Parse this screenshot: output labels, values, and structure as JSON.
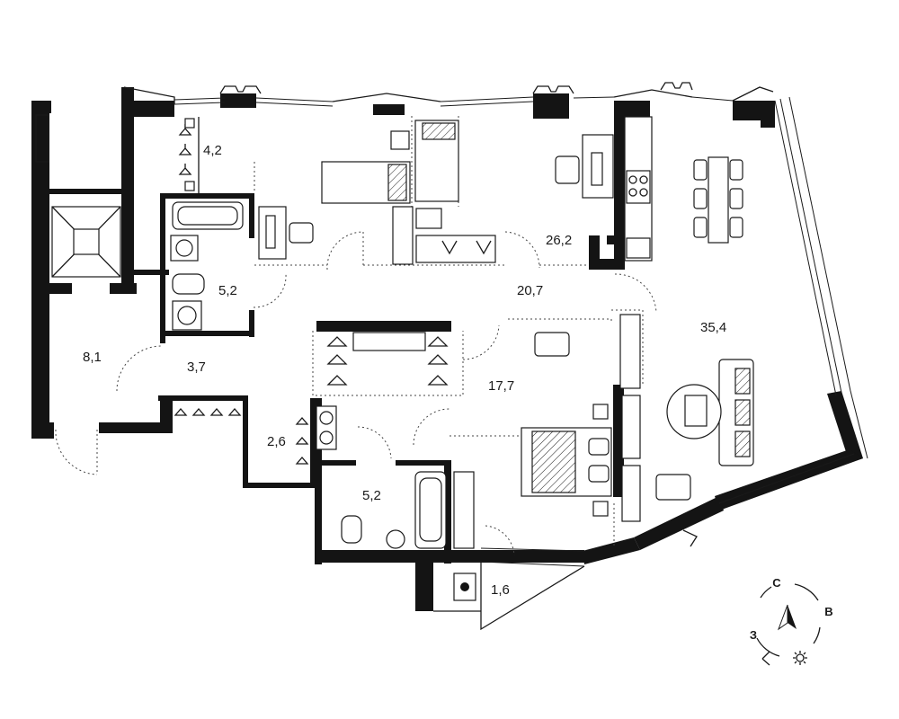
{
  "rooms": [
    {
      "id": "wardrobe-top",
      "area": "4,2"
    },
    {
      "id": "bathroom-top",
      "area": "5,2"
    },
    {
      "id": "hall-left",
      "area": "8,1"
    },
    {
      "id": "corridor",
      "area": "3,7"
    },
    {
      "id": "hall-center",
      "area": "20,7"
    },
    {
      "id": "study",
      "area": "26,2"
    },
    {
      "id": "living",
      "area": "35,4"
    },
    {
      "id": "bedroom",
      "area": "17,7"
    },
    {
      "id": "closet",
      "area": "2,6"
    },
    {
      "id": "bathroom-bottom",
      "area": "5,2"
    },
    {
      "id": "utility",
      "area": "1,6"
    }
  ],
  "compass": {
    "north": "С",
    "east": "В",
    "west": "З"
  },
  "colors": {
    "wall": "#141414",
    "line": "#1a1a1a",
    "background": "#ffffff"
  }
}
